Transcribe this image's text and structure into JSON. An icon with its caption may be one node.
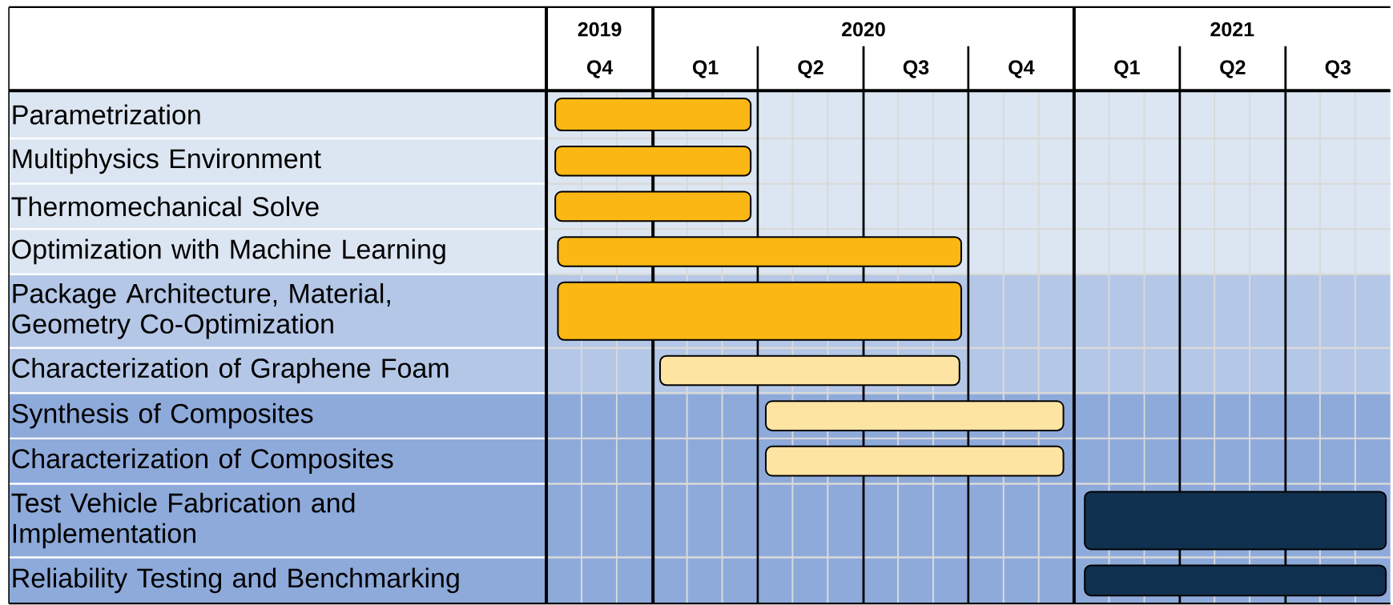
{
  "diagram": {
    "nodes": [
      {
        "text": [
          "Parametrization"
        ]
      },
      {
        "text": [
          "Multiphysics Environment"
        ]
      },
      {
        "text": [
          "Thermomechanical Solve"
        ]
      },
      {
        "text": [
          "Optimization with Machine Learning"
        ]
      },
      {
        "text": [
          "Package Architecture, Material, Geometry Co-Optimization"
        ]
      },
      {
        "text": [
          "Characterization of Graphene Foam"
        ]
      },
      {
        "text": [
          "Synthesis of Composites"
        ]
      },
      {
        "text": [
          "Characterization of Composites"
        ]
      },
      {
        "text": [
          "Test Vehicle Fabrication and Implementation"
        ]
      },
      {
        "text": [
          "Reliability Testing and Benchmarking"
        ]
      },
      {
        "text": [],
        "shape": "bar"
      },
      {
        "text": [],
        "shape": "bar"
      },
      {
        "text": [],
        "shape": "bar"
      },
      {
        "text": [],
        "shape": "bar"
      },
      {
        "text": [],
        "shape": "bar"
      },
      {
        "text": [],
        "shape": "bar"
      },
      {
        "text": [],
        "shape": "bar"
      },
      {
        "text": [],
        "shape": "bar"
      },
      {
        "text": [],
        "shape": "bar"
      },
      {
        "text": [],
        "shape": "bar"
      }
    ],
    "labels": [
      "2019",
      "2020",
      "2021",
      "Q4",
      "Q1",
      "Q2",
      "Q3",
      "Q4",
      "Q1",
      "Q2",
      "Q3"
    ]
  }
}
